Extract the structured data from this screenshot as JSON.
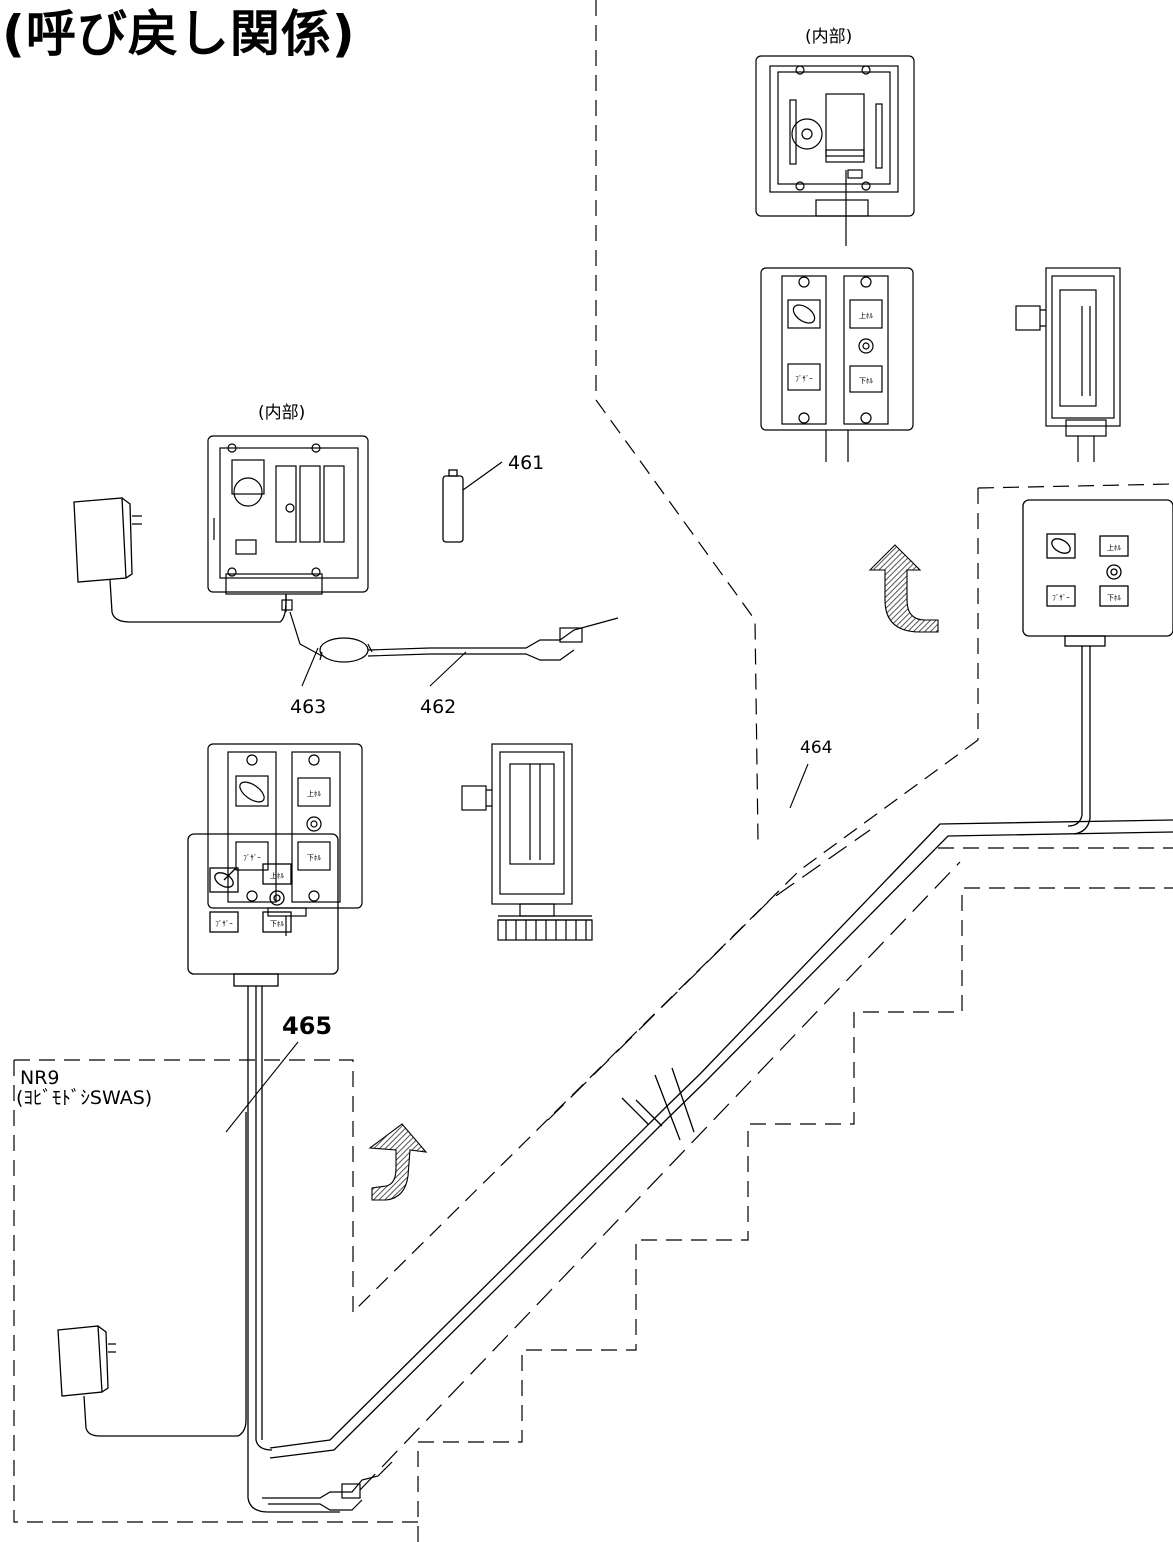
{
  "title": "(呼び戻し関係)",
  "labels": {
    "inner_top": "(内部)",
    "inner_mid": "(内部)",
    "part_461": "461",
    "part_462": "462",
    "part_463": "463",
    "part_464": "464",
    "part_465": "465",
    "model_code": "NR9",
    "model_name": "(ﾖﾋﾞﾓﾄﾞｼSWAS)"
  },
  "button_labels": {
    "up": "上ﾎﾙ",
    "down": "下ﾎﾙ",
    "buzzer": "ﾌﾞｻﾞｰ"
  },
  "colors": {
    "line": "#000000",
    "hatch": "#555555",
    "background": "#ffffff"
  },
  "icons": {
    "arrow": "curved-up-arrow-icon",
    "adapter": "power-adapter-icon",
    "battery": "battery-icon"
  }
}
